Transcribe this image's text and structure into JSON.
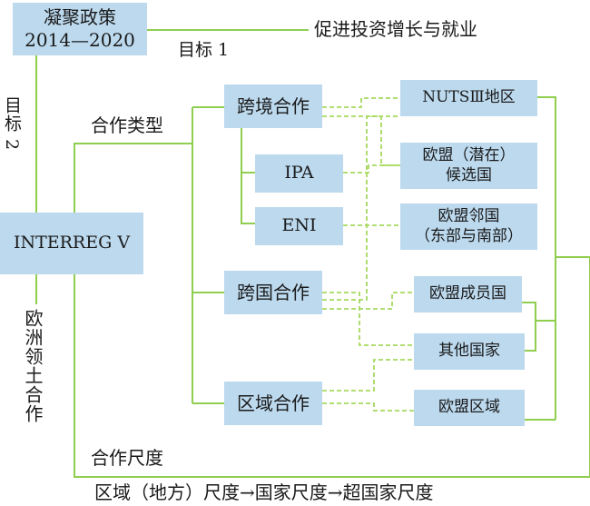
{
  "policy": {
    "line1": "凝聚政策",
    "line2": "2014—2020"
  },
  "goal1_label": "目标 1",
  "goal1_target": "促进投资增长与就业",
  "goal2_label": "目标 2",
  "interreg": "INTERREG Ⅴ",
  "territorial_label": "欧洲领土合作",
  "cooperation_type_label": "合作类型",
  "cooperation_scale_label": "合作尺度",
  "scale_progression": "区域（地方）尺度→国家尺度→超国家尺度",
  "types": {
    "cross_border": "跨境合作",
    "ipa": "IPA",
    "eni": "ENI",
    "transnational": "跨国合作",
    "interregional": "区域合作"
  },
  "areas": {
    "nuts3": "NUTSⅢ地区",
    "candidate_line1": "欧盟（潜在）",
    "candidate_line2": "候选国",
    "neighbour_line1": "欧盟邻国",
    "neighbour_line2": "（东部与南部）",
    "member_states": "欧盟成员国",
    "other_countries": "其他国家",
    "eu_region": "欧盟区域"
  },
  "colors": {
    "box_fill": "#bcd9ee",
    "solid_line": "#8fce4f",
    "dashed_line": "#a6d95e"
  }
}
